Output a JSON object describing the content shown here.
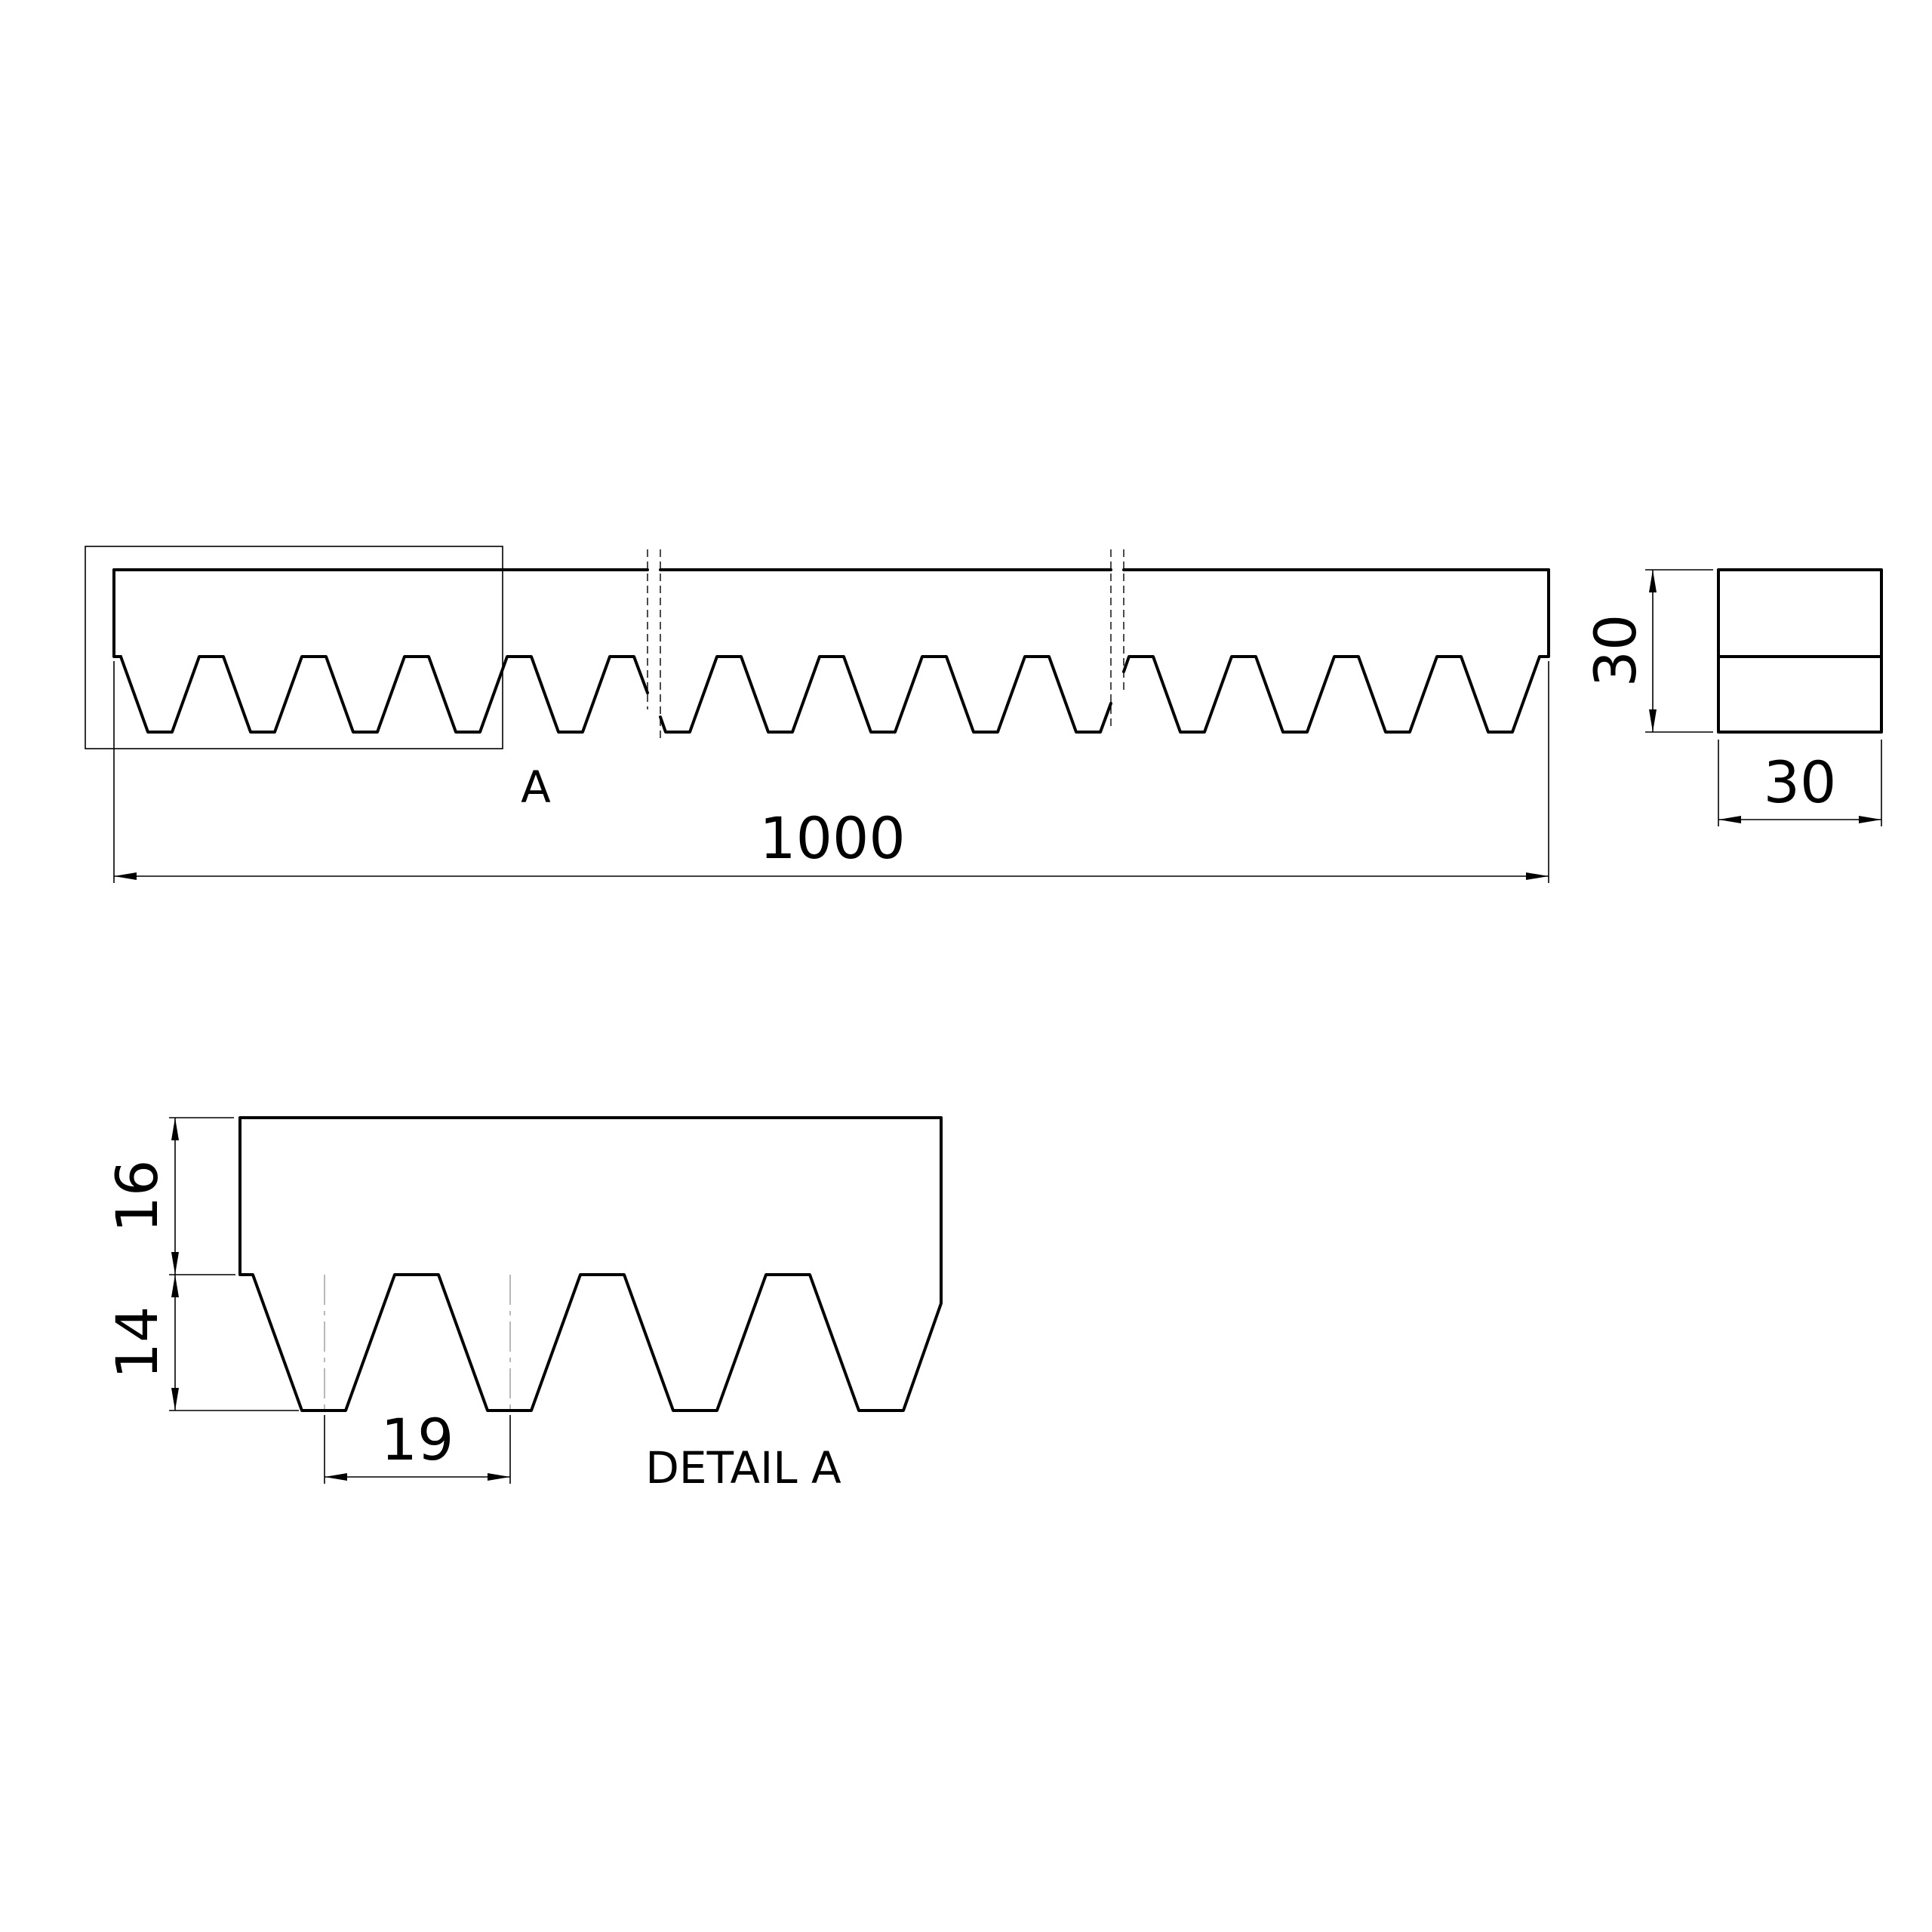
{
  "main_view": {
    "length_label": "1000",
    "detail_marker": "A"
  },
  "side_view": {
    "height_label": "30",
    "width_label": "30"
  },
  "detail_view": {
    "title": "DETAIL A",
    "top_height_label": "16",
    "tooth_height_label": "14",
    "pitch_label": "19"
  }
}
